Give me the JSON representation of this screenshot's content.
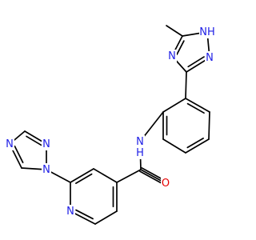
{
  "molecule": {
    "atoms": [
      {
        "id": "me",
        "element": "C",
        "label": ""
      },
      {
        "id": "t1",
        "element": "C",
        "label": ""
      },
      {
        "id": "t2",
        "element": "N",
        "label": "NH"
      },
      {
        "id": "t3",
        "element": "N",
        "label": "N"
      },
      {
        "id": "t4",
        "element": "C",
        "label": ""
      },
      {
        "id": "t5",
        "element": "N",
        "label": "N"
      },
      {
        "id": "b1",
        "element": "C",
        "label": ""
      },
      {
        "id": "b2",
        "element": "C",
        "label": ""
      },
      {
        "id": "b3",
        "element": "C",
        "label": ""
      },
      {
        "id": "b4",
        "element": "C",
        "label": ""
      },
      {
        "id": "b5",
        "element": "C",
        "label": ""
      },
      {
        "id": "b6",
        "element": "C",
        "label": ""
      },
      {
        "id": "nh",
        "element": "N",
        "label": "N\nH"
      },
      {
        "id": "co",
        "element": "C",
        "label": ""
      },
      {
        "id": "o",
        "element": "O",
        "label": "O"
      },
      {
        "id": "p1",
        "element": "C",
        "label": ""
      },
      {
        "id": "p2",
        "element": "C",
        "label": ""
      },
      {
        "id": "p3",
        "element": "C",
        "label": ""
      },
      {
        "id": "p4",
        "element": "N",
        "label": "N"
      },
      {
        "id": "p5",
        "element": "C",
        "label": ""
      },
      {
        "id": "p6",
        "element": "C",
        "label": ""
      },
      {
        "id": "r1",
        "element": "N",
        "label": "N"
      },
      {
        "id": "r2",
        "element": "N",
        "label": "N"
      },
      {
        "id": "r3",
        "element": "C",
        "label": ""
      },
      {
        "id": "r4",
        "element": "N",
        "label": "N"
      },
      {
        "id": "r5",
        "element": "C",
        "label": ""
      }
    ],
    "bonds": [
      {
        "a": "me",
        "b": "t1",
        "order": 1
      },
      {
        "a": "t1",
        "b": "t2",
        "order": 1
      },
      {
        "a": "t2",
        "b": "t3",
        "order": 1
      },
      {
        "a": "t3",
        "b": "t4",
        "order": 2
      },
      {
        "a": "t4",
        "b": "t5",
        "order": 1
      },
      {
        "a": "t5",
        "b": "t1",
        "order": 2
      },
      {
        "a": "t4",
        "b": "b1",
        "order": 1
      },
      {
        "a": "b1",
        "b": "b2",
        "order": 2
      },
      {
        "a": "b2",
        "b": "b3",
        "order": 1
      },
      {
        "a": "b3",
        "b": "b4",
        "order": 2
      },
      {
        "a": "b4",
        "b": "b5",
        "order": 1
      },
      {
        "a": "b5",
        "b": "b6",
        "order": 2
      },
      {
        "a": "b6",
        "b": "b1",
        "order": 1
      },
      {
        "a": "b6",
        "b": "nh",
        "order": 1
      },
      {
        "a": "nh",
        "b": "co",
        "order": 1
      },
      {
        "a": "co",
        "b": "o",
        "order": 2
      },
      {
        "a": "co",
        "b": "p1",
        "order": 1
      },
      {
        "a": "p1",
        "b": "p2",
        "order": 2
      },
      {
        "a": "p2",
        "b": "p3",
        "order": 1
      },
      {
        "a": "p3",
        "b": "p4",
        "order": 2
      },
      {
        "a": "p4",
        "b": "p5",
        "order": 1
      },
      {
        "a": "p5",
        "b": "p6",
        "order": 2
      },
      {
        "a": "p6",
        "b": "p1",
        "order": 1
      },
      {
        "a": "p5",
        "b": "r1",
        "order": 1
      },
      {
        "a": "r1",
        "b": "r2",
        "order": 1
      },
      {
        "a": "r2",
        "b": "r3",
        "order": 2
      },
      {
        "a": "r3",
        "b": "r4",
        "order": 1
      },
      {
        "a": "r4",
        "b": "r5",
        "order": 2
      },
      {
        "a": "r5",
        "b": "r1",
        "order": 1
      }
    ]
  },
  "colors": {
    "bond": "#000000",
    "nitrogen": "#1f1fe6",
    "oxygen": "#e60000",
    "background": "#ffffff"
  }
}
